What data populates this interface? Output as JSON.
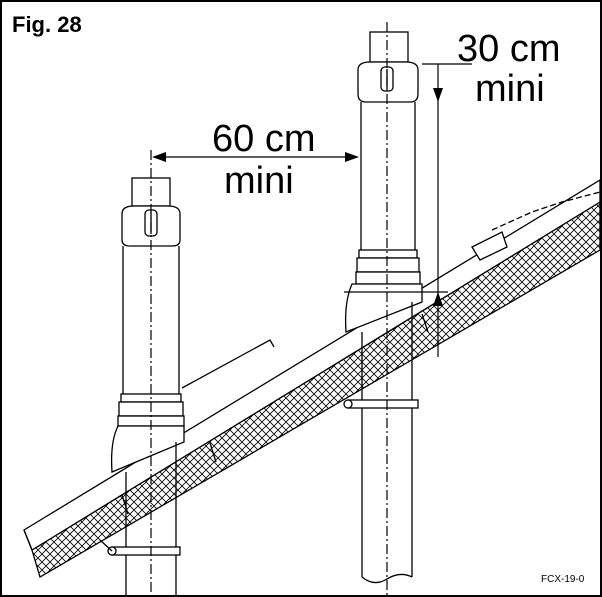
{
  "figure": {
    "title": "Fig. 28",
    "reference_code": "FCX-19-0"
  },
  "dimensions": {
    "vertical_clearance": {
      "value": "30 cm",
      "qualifier": "mini"
    },
    "horizontal_spacing": {
      "value": "60 cm",
      "qualifier": "mini"
    }
  },
  "colors": {
    "line": "#000000",
    "background": "#ffffff"
  }
}
